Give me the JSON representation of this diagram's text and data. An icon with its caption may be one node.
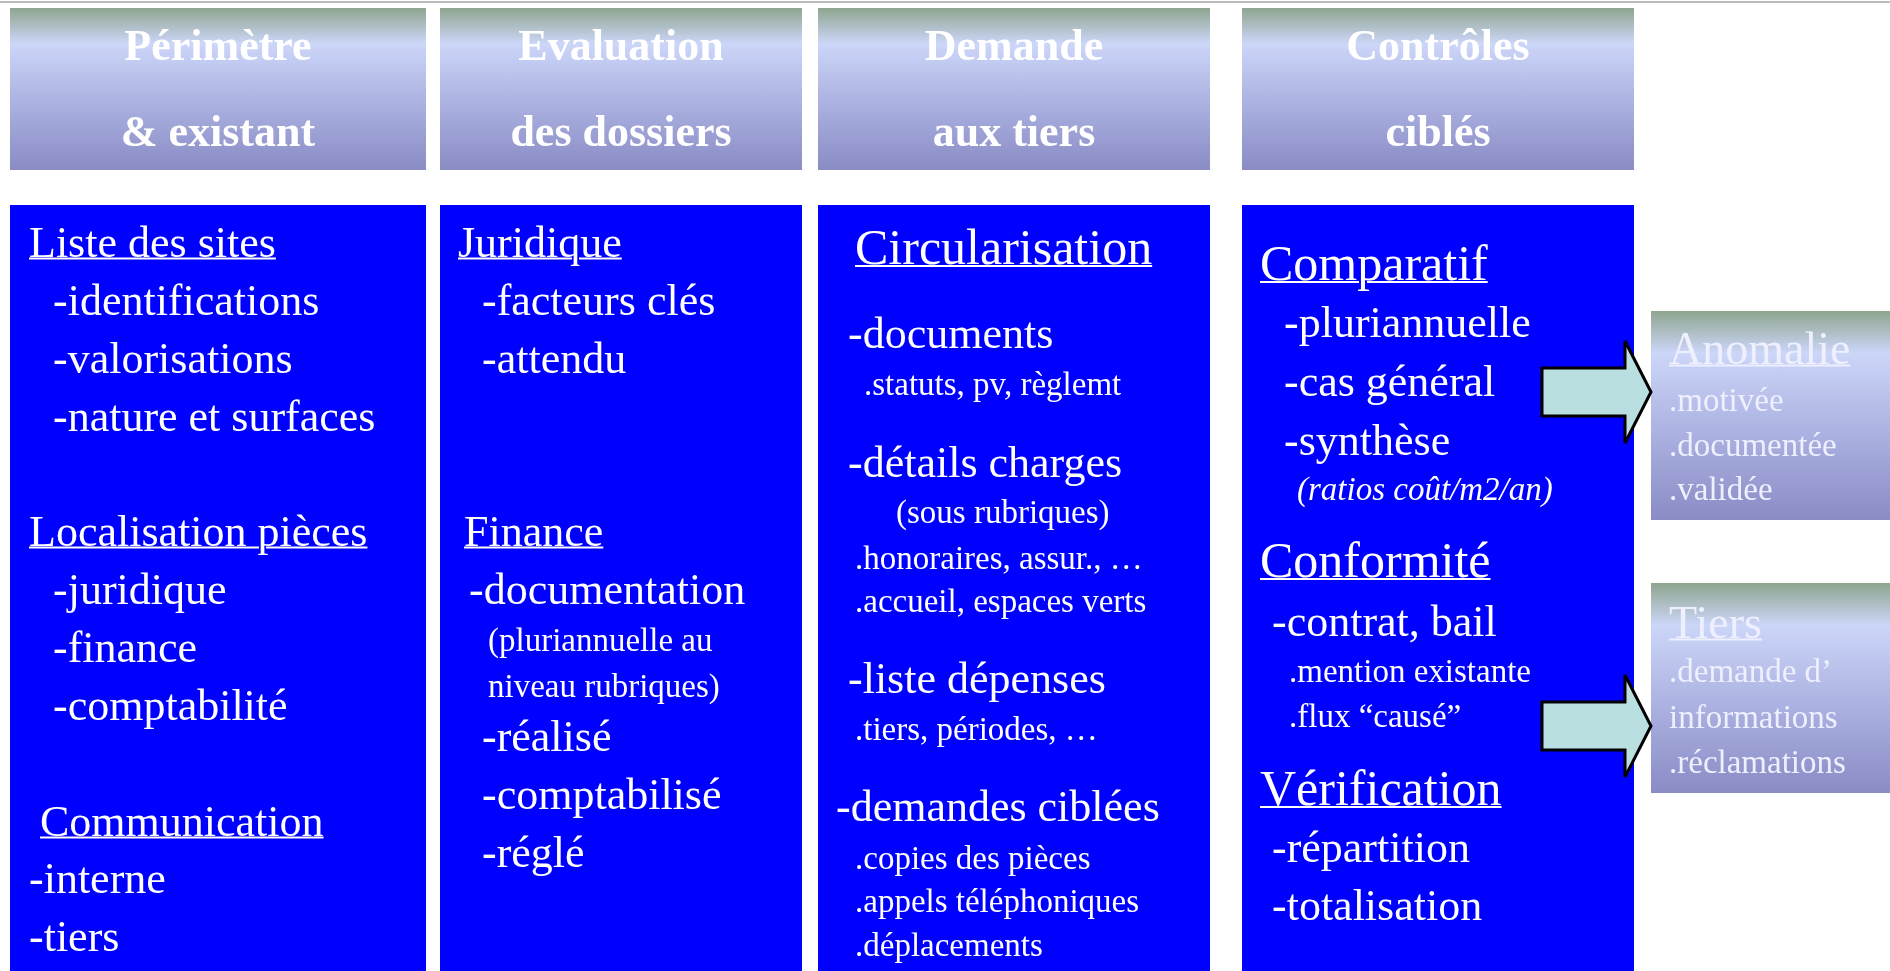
{
  "diagram": {
    "nodes": [
      {
        "text": [
          "Périmètre & existant"
        ]
      },
      {
        "text": [
          "Evaluation des dossiers"
        ]
      },
      {
        "text": [
          "Demande aux tiers"
        ]
      },
      {
        "text": [
          "Contrôles ciblés"
        ]
      },
      {
        "text": [
          "Liste des sites",
          "-identifications",
          "-valorisations",
          "-nature et surfaces",
          "Localisation pièces",
          "-juridique",
          "-finance",
          "-comptabilité",
          "Communication",
          "-interne",
          "-tiers"
        ]
      },
      {
        "text": [
          "Juridique",
          "-facteurs clés",
          "-attendu",
          "Finance",
          "-documentation",
          "(pluriannuelle au niveau rubriques)",
          "-réalisé",
          "-comptabilisé",
          "-réglé"
        ]
      },
      {
        "text": [
          "Circularisation",
          "-documents",
          ".statuts, pv, règlemt",
          "-détails charges",
          "(sous rubriques)",
          ".honoraires, assur., …",
          ".accueil, espaces verts",
          "-liste dépenses",
          ".tiers, périodes, …",
          "-demandes ciblées",
          ".copies des pièces",
          ".appels téléphoniques",
          ".déplacements"
        ]
      },
      {
        "text": [
          "Comparatif",
          "-pluriannuelle",
          "-cas général",
          "-synthèse",
          "(ratios coût/m2/an)",
          "Conformité",
          "-contrat, bail",
          ".mention existante",
          ".flux “causé”",
          "Vérification",
          "-répartition",
          "-totalisation"
        ]
      },
      {
        "text": [
          "Anomalie",
          ".motivée",
          ".documentée",
          ".validée"
        ]
      },
      {
        "text": [
          "Tiers",
          ".demande d’ informations",
          ".réclamations"
        ]
      }
    ],
    "edges": [
      {
        "from": 7,
        "to": 8,
        "arrow": "to"
      },
      {
        "from": 7,
        "to": 9,
        "arrow": "to"
      }
    ]
  }
}
